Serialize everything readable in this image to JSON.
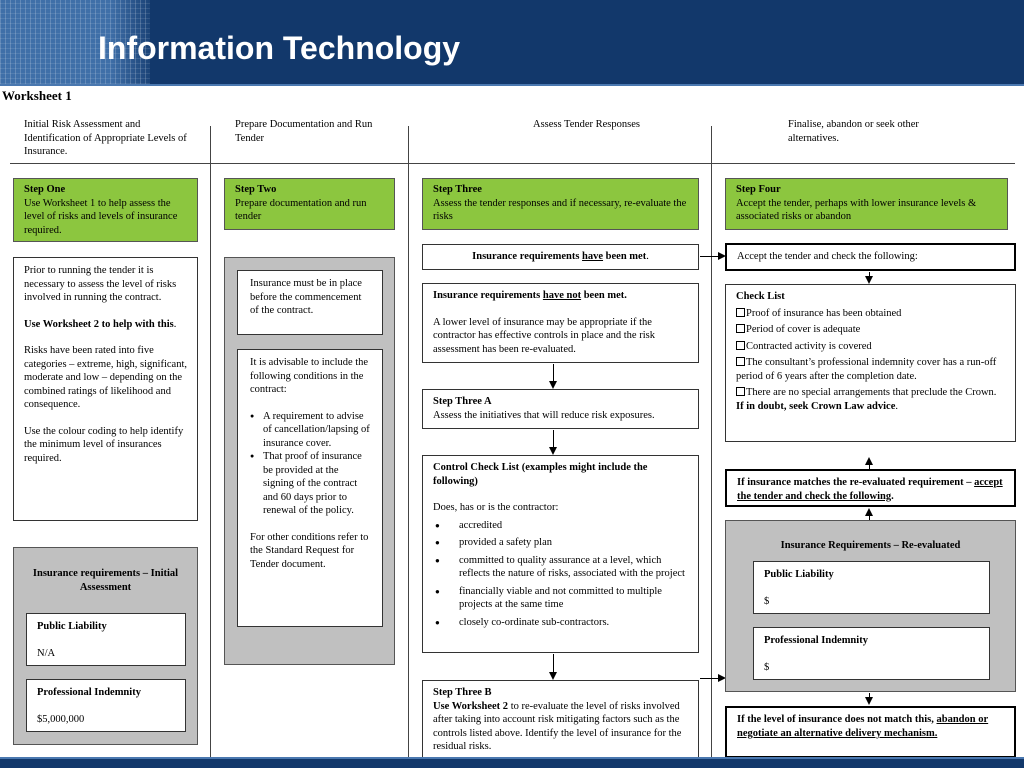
{
  "header": {
    "title": "Information Technology"
  },
  "worksheet_title": "Worksheet 1",
  "columns": [
    {
      "heading": "Initial Risk Assessment and Identification of Appropriate Levels of Insurance."
    },
    {
      "heading": "Prepare Documentation and Run Tender"
    },
    {
      "heading": "Assess Tender Responses"
    },
    {
      "heading": "Finalise, abandon or seek other alternatives."
    }
  ],
  "col1": {
    "step_title": "Step One",
    "step_text": "Use Worksheet 1 to help assess the level of risks and levels of insurance required.",
    "info_p1": "Prior to running the tender it is necessary to assess the level of risks involved in running the contract.",
    "info_p2": "Use Worksheet 2 to help with this",
    "info_p2_end": ".",
    "info_p3": "Risks have been rated into five categories – extreme, high, significant, moderate and low – depending on the combined ratings of likelihood and consequence.",
    "info_p4": "Use the colour coding to help identify the minimum level of insurances required.",
    "panel_title": "Insurance requirements – Initial Assessment",
    "public_liability_label": "Public Liability",
    "public_liability_value": "N/A",
    "prof_indemnity_label": "Professional Indemnity",
    "prof_indemnity_value": "$5,000,000"
  },
  "col2": {
    "step_title": "Step Two",
    "step_text": "Prepare documentation and run tender",
    "note1": "Insurance must be in place before the commencement of the contract.",
    "note2_intro": "It is advisable to include the following conditions in the contract:",
    "note2_bullets": [
      "A requirement to advise of cancellation/lapsing of insurance cover.",
      "That proof of insurance be provided at the signing of the contract and 60 days prior to renewal of the policy."
    ],
    "note2_outro": "For other conditions refer to the Standard Request for Tender document."
  },
  "col3": {
    "step_title": "Step Three",
    "step_text": "Assess the tender responses and if necessary, re-evaluate the risks",
    "met_pre": "Insurance requirements ",
    "met_u": "have",
    "met_post": " been met",
    "met_end": ".",
    "notmet_pre": "Insurance requirements ",
    "notmet_u": "have not",
    "notmet_post": " been met.",
    "notmet_text": "A lower level of insurance may be appropriate if the contractor has effective controls in place and the risk assessment has been re-evaluated.",
    "stepA_title": "Step Three A",
    "stepA_text": "Assess the initiatives that will reduce risk exposures.",
    "control_title": "Control Check List (examples might include the following)",
    "control_intro": "Does, has or is the contractor:",
    "control_items": [
      "accredited",
      "provided a safety plan",
      "committed to quality assurance at a level, which reflects the nature of risks, associated with the project",
      "financially viable and not committed to multiple projects at the same time",
      "closely co-ordinate sub-contractors."
    ],
    "stepB_title": "Step Three B",
    "stepB_bold": "Use Worksheet 2",
    "stepB_text": " to re-evaluate the level of risks involved after taking into account risk mitigating factors such as the controls listed above.  Identify the level of insurance for the residual risks."
  },
  "col4": {
    "step_title": "Step Four",
    "step_text": "Accept the tender, perhaps with lower insurance levels & associated risks or abandon",
    "accept_text": "Accept the tender and check the following:",
    "checklist_title": "Check List",
    "checklist_items": [
      "Proof of insurance has been obtained",
      "Period of cover is adequate",
      "Contracted activity is covered",
      "The consultant’s professional indemnity cover has a run-off period of 6 years after the completion date.",
      "There are no special arrangements that preclude the Crown."
    ],
    "checklist_footer": "If in doubt, seek Crown Law advice",
    "checklist_footer_end": ".",
    "match_pre": "If insurance matches the re-evaluated requirement – ",
    "match_u": "accept the tender and check the following",
    "match_end": ".",
    "reeval_title": "Insurance Requirements – Re-evaluated",
    "public_liability_label": "Public Liability",
    "public_liability_value": "$",
    "prof_indemnity_label": "Professional Indemnity",
    "prof_indemnity_value": "$",
    "nomatch_pre": "If the level of insurance does not match this, ",
    "nomatch_u": "abandon or negotiate an alternative delivery mechanism."
  }
}
